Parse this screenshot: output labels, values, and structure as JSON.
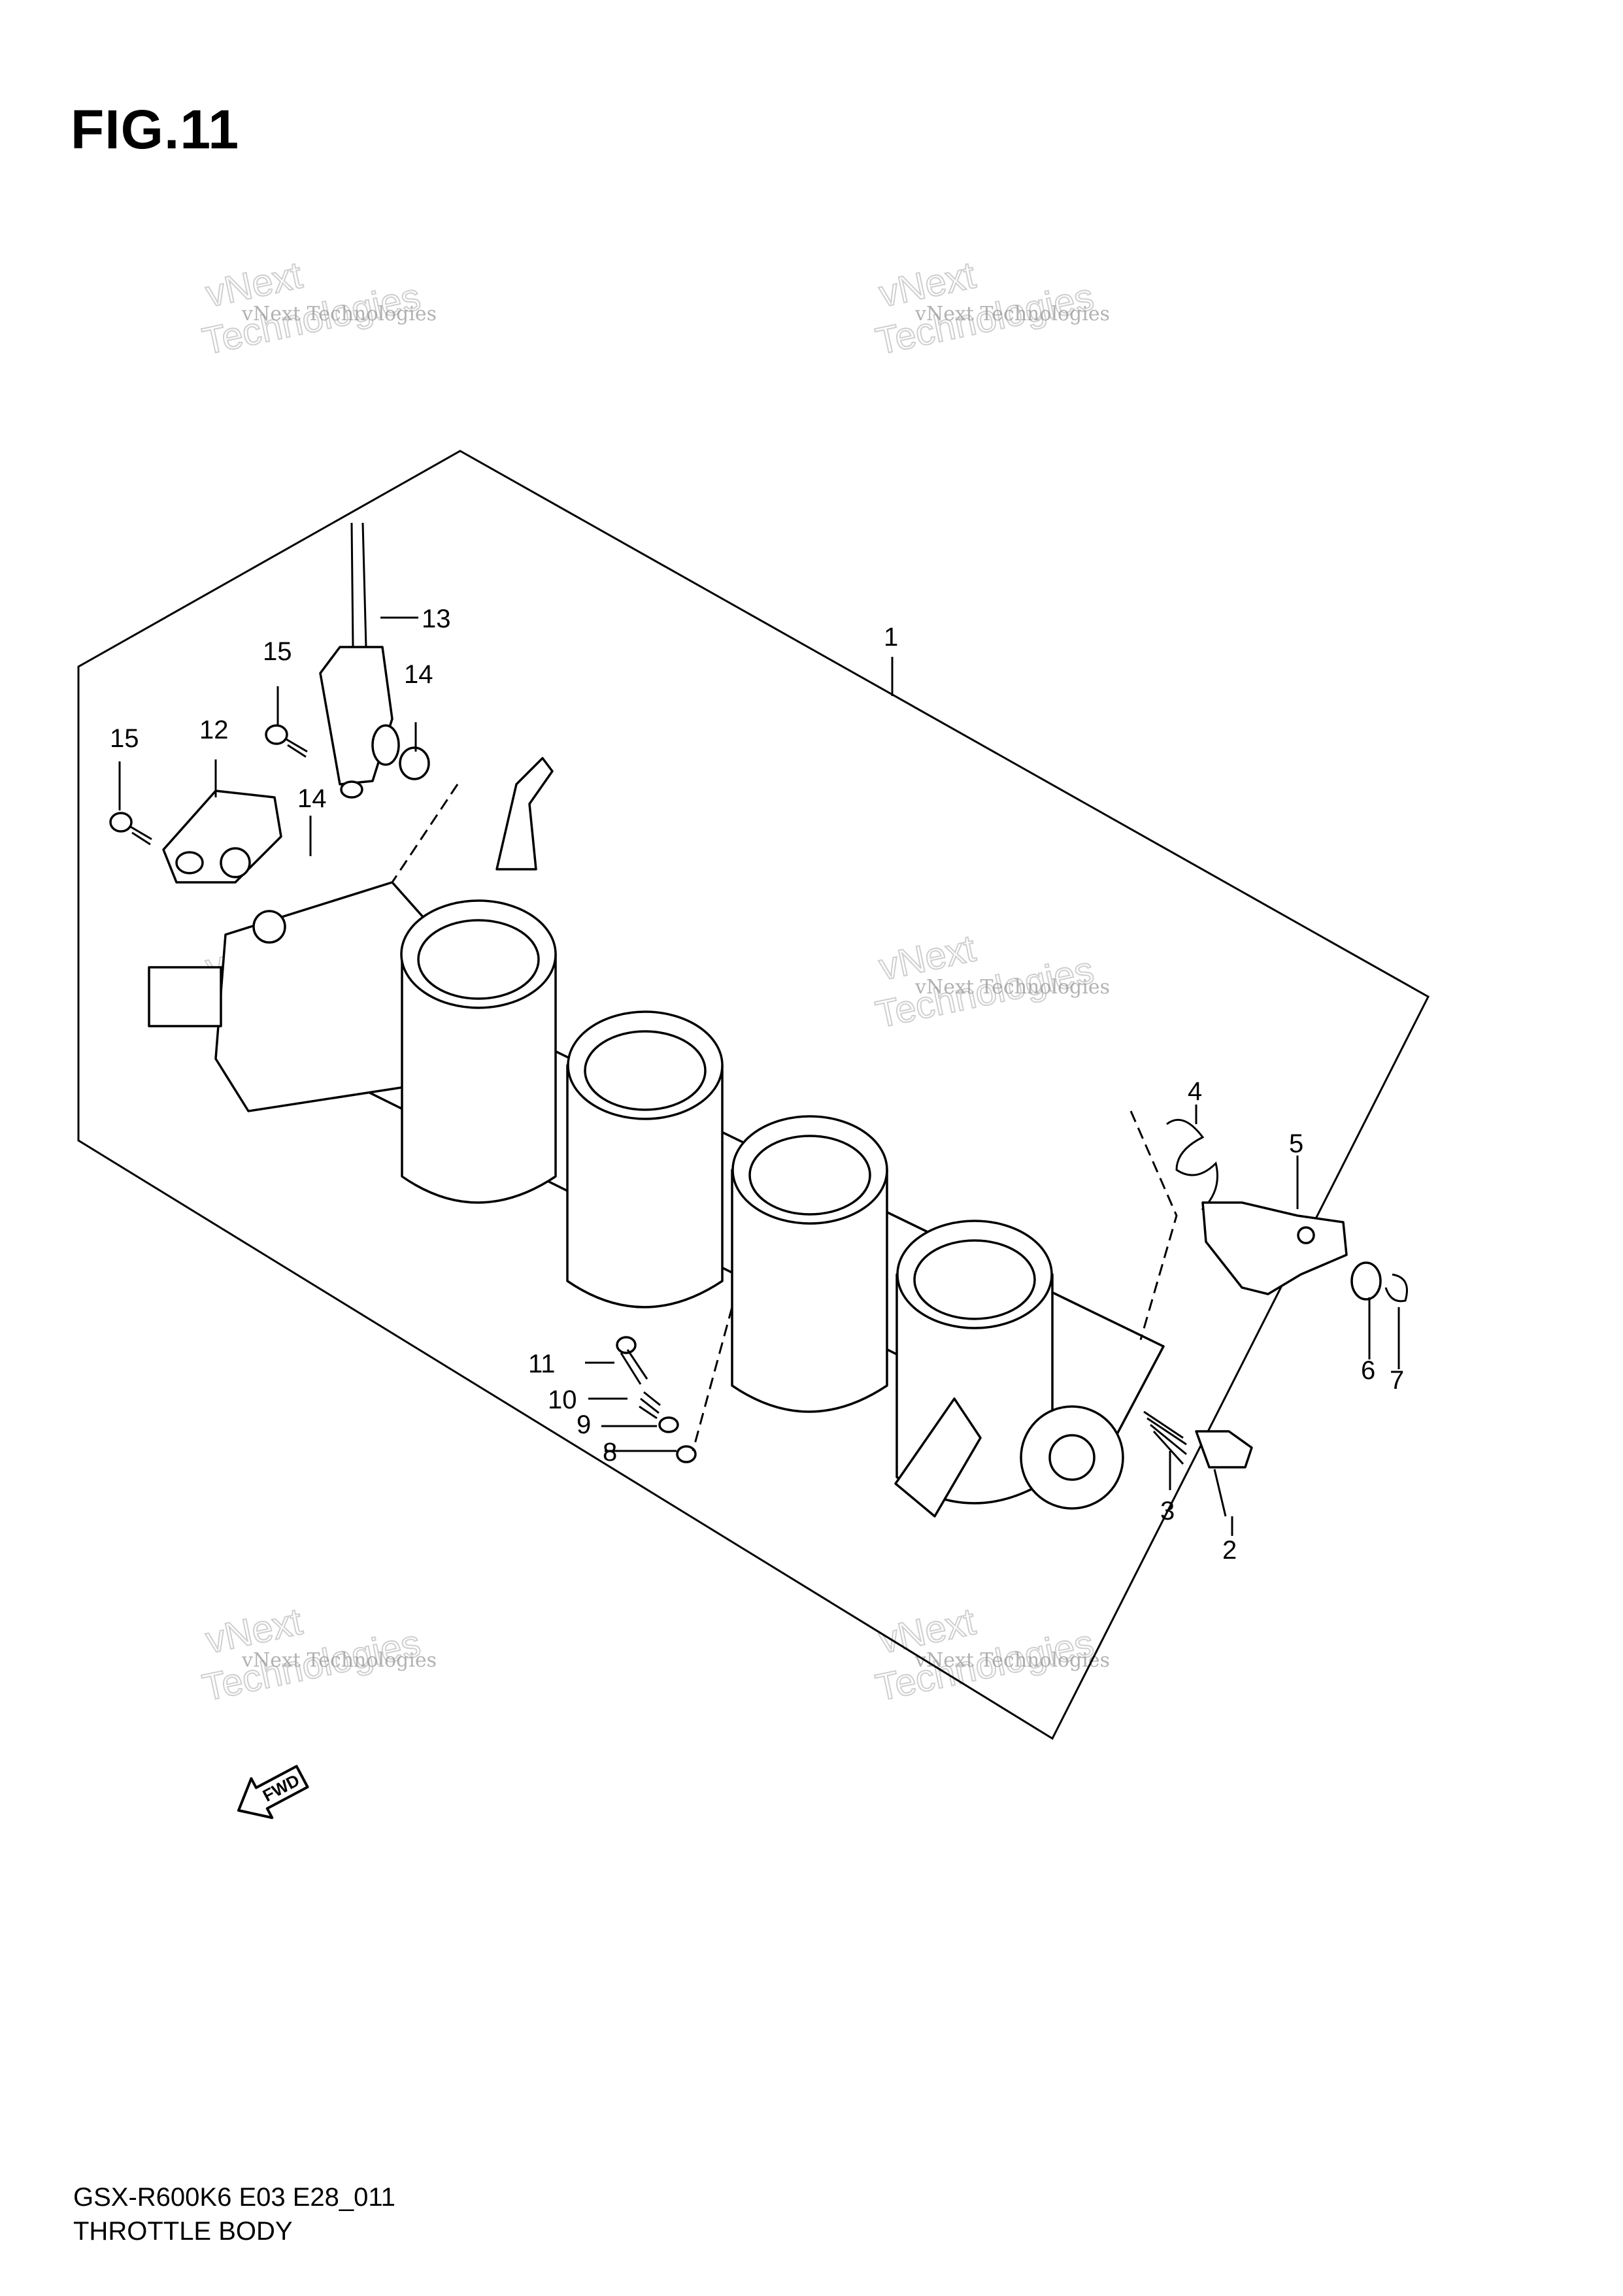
{
  "figure": {
    "title": "FIG.11"
  },
  "watermark": {
    "small_text": "vNext Technologies",
    "big_line1": "vNext",
    "big_line2": "Technologies"
  },
  "callouts": [
    {
      "label": "1"
    },
    {
      "label": "2"
    },
    {
      "label": "3"
    },
    {
      "label": "4"
    },
    {
      "label": "5"
    },
    {
      "label": "6"
    },
    {
      "label": "7"
    },
    {
      "label": "8"
    },
    {
      "label": "9"
    },
    {
      "label": "10"
    },
    {
      "label": "11"
    },
    {
      "label": "12"
    },
    {
      "label": "13"
    },
    {
      "label": "14"
    },
    {
      "label": "14"
    },
    {
      "label": "15"
    },
    {
      "label": "15"
    }
  ],
  "direction_badge": {
    "text": "FWD"
  },
  "footer": {
    "model_code": "GSX-R600K6 E03 E28_011",
    "diagram_name": "THROTTLE BODY"
  }
}
